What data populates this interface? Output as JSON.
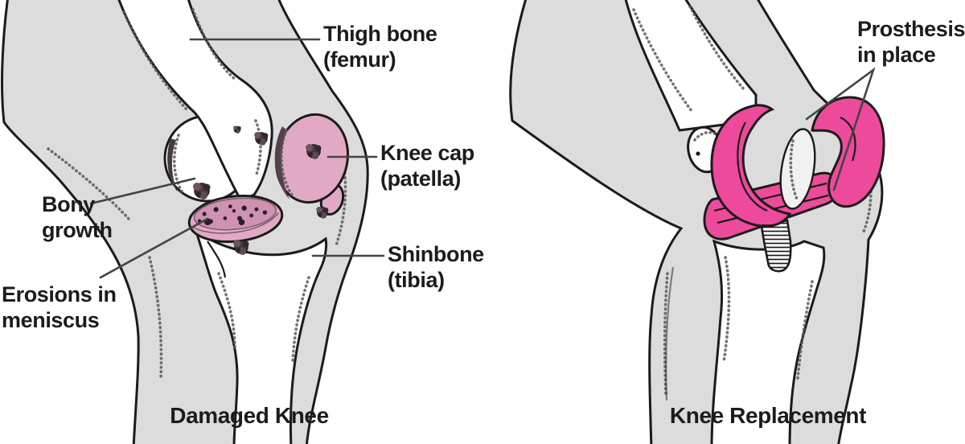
{
  "figure": {
    "type": "medical-diagram",
    "subject": "Knee osteoarthritis damage vs. total knee replacement",
    "background": "#ffffff"
  },
  "colors": {
    "leg_gray": "#dcdcdc",
    "outline": "#1b1b1b",
    "cartilage_pink": "#e2a9c5",
    "cartilage_pink_dark": "#cf92b3",
    "prosthesis_pink": "#ee4a9b",
    "label_text": "#1c1c1c",
    "leader_line": "#444444"
  },
  "panels": [
    {
      "id": "damaged-knee",
      "title": "Damaged Knee",
      "labels": [
        {
          "id": "thigh-bone",
          "line1": "Thigh bone",
          "line2": "(femur)"
        },
        {
          "id": "knee-cap",
          "line1": "Knee cap",
          "line2": "(patella)"
        },
        {
          "id": "bony-growth",
          "line1": "Bony",
          "line2": "growth"
        },
        {
          "id": "erosions-in-meniscus",
          "line1": "Erosions in",
          "line2": "meniscus"
        },
        {
          "id": "shinbone",
          "line1": "Shinbone",
          "line2": "(tibia)"
        }
      ]
    },
    {
      "id": "knee-replacement",
      "title": "Knee Replacement",
      "labels": [
        {
          "id": "prosthesis-in-place",
          "line1": "Prosthesis",
          "line2": "in place"
        }
      ]
    }
  ]
}
